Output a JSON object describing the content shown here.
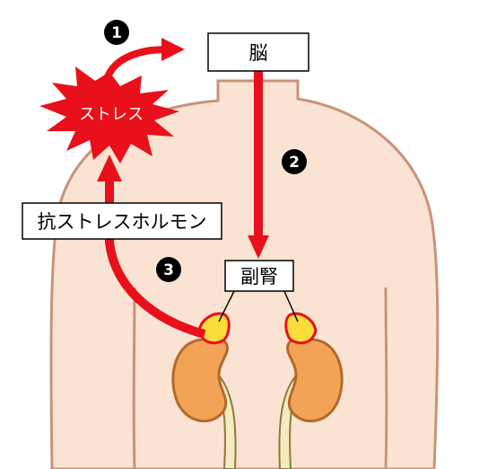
{
  "labels": {
    "brain": "脳",
    "stress": "ストレス",
    "anti_stress_hormone": "抗ストレスホルモン",
    "adrenal": "副腎"
  },
  "steps": [
    "1",
    "2",
    "3"
  ],
  "colors": {
    "skin": "#fbe3d4",
    "skin_outline": "#c8937a",
    "arrow_red": "#e8101a",
    "burst_red": "#e8101a",
    "kidney": "#f2a356",
    "kidney_outline": "#b26a2c",
    "adrenal_yellow": "#f7dc3c",
    "ureter": "#f4ecc0"
  }
}
